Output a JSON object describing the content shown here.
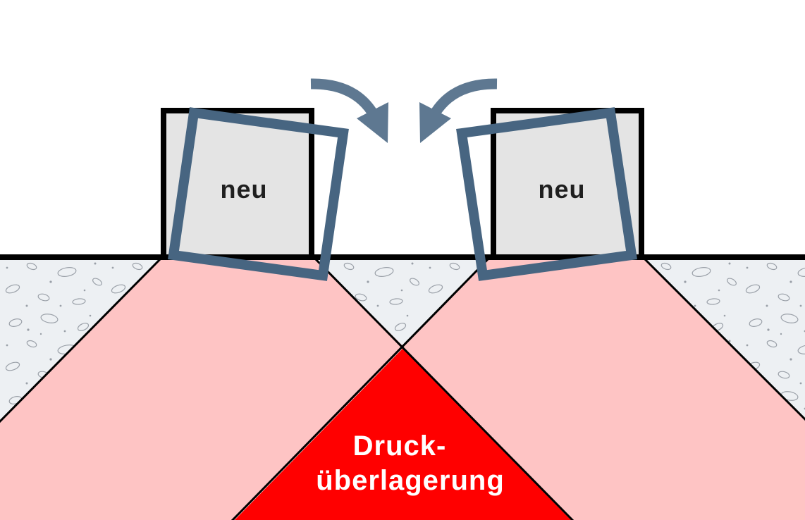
{
  "diagram": {
    "foundation_left": {
      "label": "neu"
    },
    "foundation_right": {
      "label": "neu"
    },
    "overlap_zone": {
      "label_line1": "Druck-",
      "label_line2": "überlagerung"
    }
  },
  "colors": {
    "soil": "#edf0f3",
    "soil_pebble": "#9aa0a8",
    "pressure_zone": "#fec4c4",
    "overlap_zone": "#ff0000",
    "foundation_fill": "#e4e4e4",
    "outline": "#000000",
    "tilt_outline": "#476581",
    "arrow": "#5e7891"
  },
  "icons": [
    "rotate-clockwise-arrow-icon",
    "rotate-counterclockwise-arrow-icon"
  ]
}
